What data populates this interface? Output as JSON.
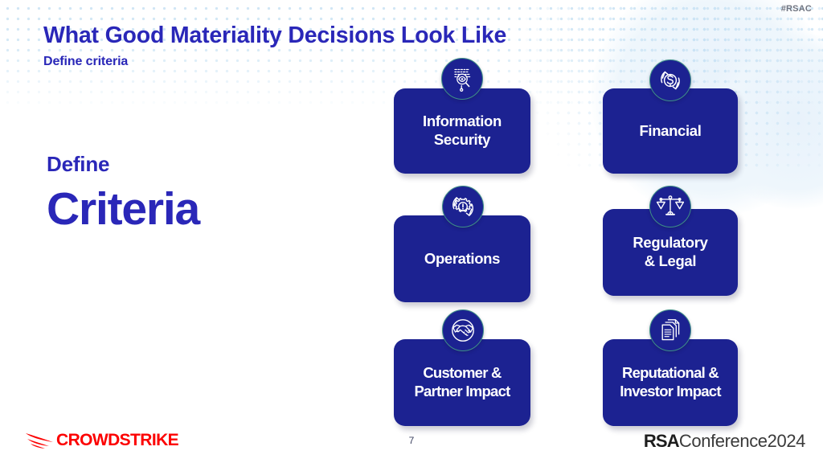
{
  "header": {
    "hashtag": "#RSAC",
    "title": "What Good Materiality Decisions Look Like",
    "subtitle": "Define criteria"
  },
  "left_panel": {
    "eyebrow": "Define",
    "headline": "Criteria"
  },
  "cards": [
    {
      "label": "Information\nSecurity",
      "icon": "binary-eye-magnifier-icon",
      "column": "left",
      "row": 1
    },
    {
      "label": "Financial",
      "icon": "dollar-cycle-icon",
      "column": "right",
      "row": 1
    },
    {
      "label": "Operations",
      "icon": "gear-alert-cycle-icon",
      "column": "left",
      "row": 2
    },
    {
      "label": "Regulatory\n& Legal",
      "icon": "scales-of-justice-icon",
      "column": "right",
      "row": 2
    },
    {
      "label": "Customer &\nPartner Impact",
      "icon": "handshake-icon",
      "column": "left",
      "row": 3
    },
    {
      "label": "Reputational &\nInvestor Impact",
      "icon": "documents-icon",
      "column": "right",
      "row": 3
    }
  ],
  "footer": {
    "crowdstrike_wordmark": "CROWDSTRIKE",
    "page_number": "7",
    "rsa_brand": "RSA",
    "rsa_conference": "Conference",
    "rsa_year": "2024"
  },
  "colors": {
    "title_blue": "#2a27b8",
    "card_navy": "#1c2291",
    "badge_ring_teal": "#3e8f87",
    "crowdstrike_red": "#fc0000",
    "dot_pattern_blue": "#cfe6f5",
    "page_number_ink": "#3c4260"
  }
}
